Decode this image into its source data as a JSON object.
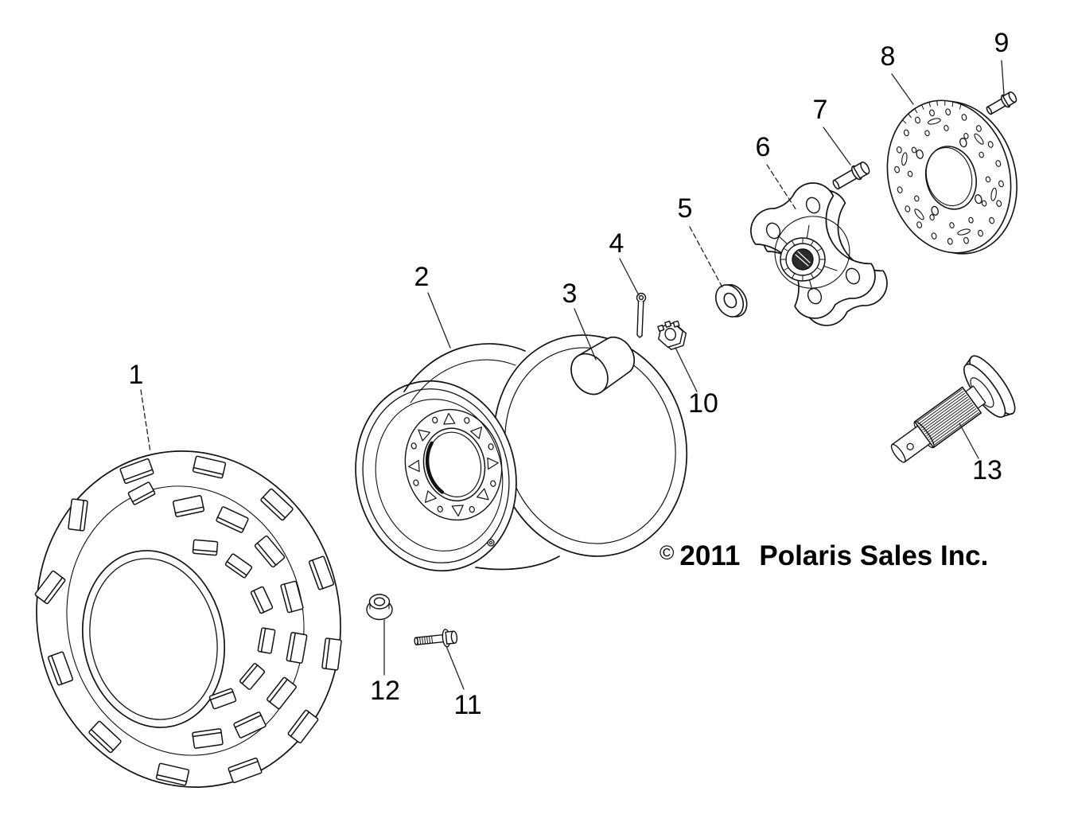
{
  "diagram": {
    "background": "#ffffff",
    "line_color": "#111111",
    "copyright": {
      "symbol": "©",
      "year": "2011",
      "company": "Polaris Sales Inc."
    },
    "callouts": [
      {
        "num": "1"
      },
      {
        "num": "2"
      },
      {
        "num": "3"
      },
      {
        "num": "4"
      },
      {
        "num": "5"
      },
      {
        "num": "6"
      },
      {
        "num": "7"
      },
      {
        "num": "8"
      },
      {
        "num": "9"
      },
      {
        "num": "10"
      },
      {
        "num": "11"
      },
      {
        "num": "12"
      },
      {
        "num": "13"
      }
    ]
  }
}
